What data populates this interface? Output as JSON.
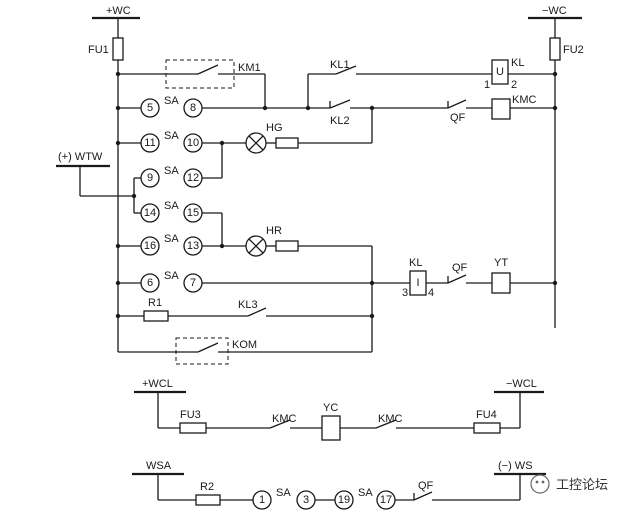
{
  "buses": {
    "pos_wc": "+WC",
    "neg_wc": "−WC",
    "wtw": "(+) WTW",
    "pos_wcl": "+WCL",
    "neg_wcl": "−WCL",
    "wsa": "WSA",
    "ws": "(−) WS"
  },
  "fuses": {
    "fu1": "FU1",
    "fu2": "FU2",
    "fu3": "FU3",
    "fu4": "FU4"
  },
  "contacts": {
    "km1": "KM1",
    "kl1": "KL1",
    "kl2": "KL2",
    "kl3": "KL3",
    "kom": "KOM",
    "qf": "QF",
    "kmc": "KMC"
  },
  "coils": {
    "kl": "KL",
    "kmc": "KMC",
    "yt": "YT",
    "yc": "YC"
  },
  "kl_coil_symbol": "U",
  "kl_current_symbol": "I",
  "kl_pins": {
    "p1": "1",
    "p2": "2",
    "p3": "3",
    "p4": "4"
  },
  "lamps": {
    "hg": "HG",
    "hr": "HR"
  },
  "resistors": {
    "r1": "R1",
    "r2": "R2"
  },
  "switch_label": "SA",
  "terminals": {
    "t1": "1",
    "t3": "3",
    "t5": "5",
    "t6": "6",
    "t7": "7",
    "t8": "8",
    "t9": "9",
    "t10": "10",
    "t11": "11",
    "t12": "12",
    "t13": "13",
    "t14": "14",
    "t15": "15",
    "t16": "16",
    "t17": "17",
    "t19": "19"
  },
  "watermark": {
    "text": "工控论坛"
  }
}
